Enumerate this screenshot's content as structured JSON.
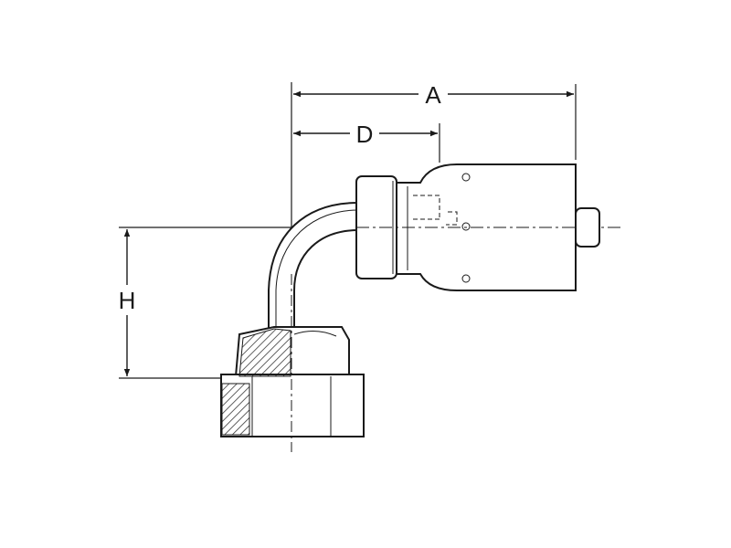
{
  "diagram": {
    "dimensions": {
      "a_label": "A",
      "d_label": "D",
      "h_label": "H"
    },
    "colors": {
      "line": "#1a1a1a",
      "background": "#ffffff"
    }
  }
}
